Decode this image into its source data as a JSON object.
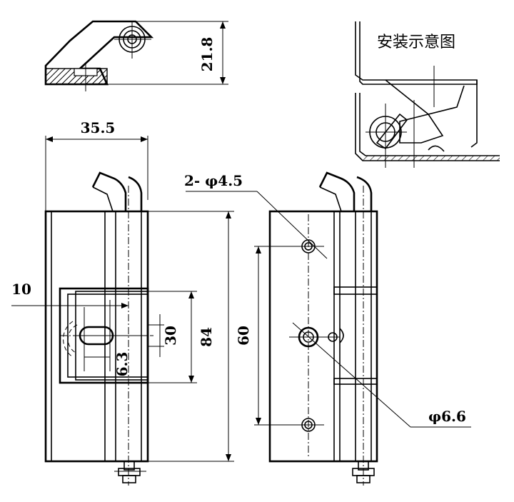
{
  "caption": "安装示意图",
  "dimensions": {
    "height_side": "21.8",
    "width_front": "35.5",
    "offset": "10",
    "slot_width": "6.3",
    "slot_height": "30",
    "plate_height": "84",
    "hole_spacing": "60",
    "mount_holes": "2- φ4.5",
    "pivot_hole": "φ6.6"
  }
}
